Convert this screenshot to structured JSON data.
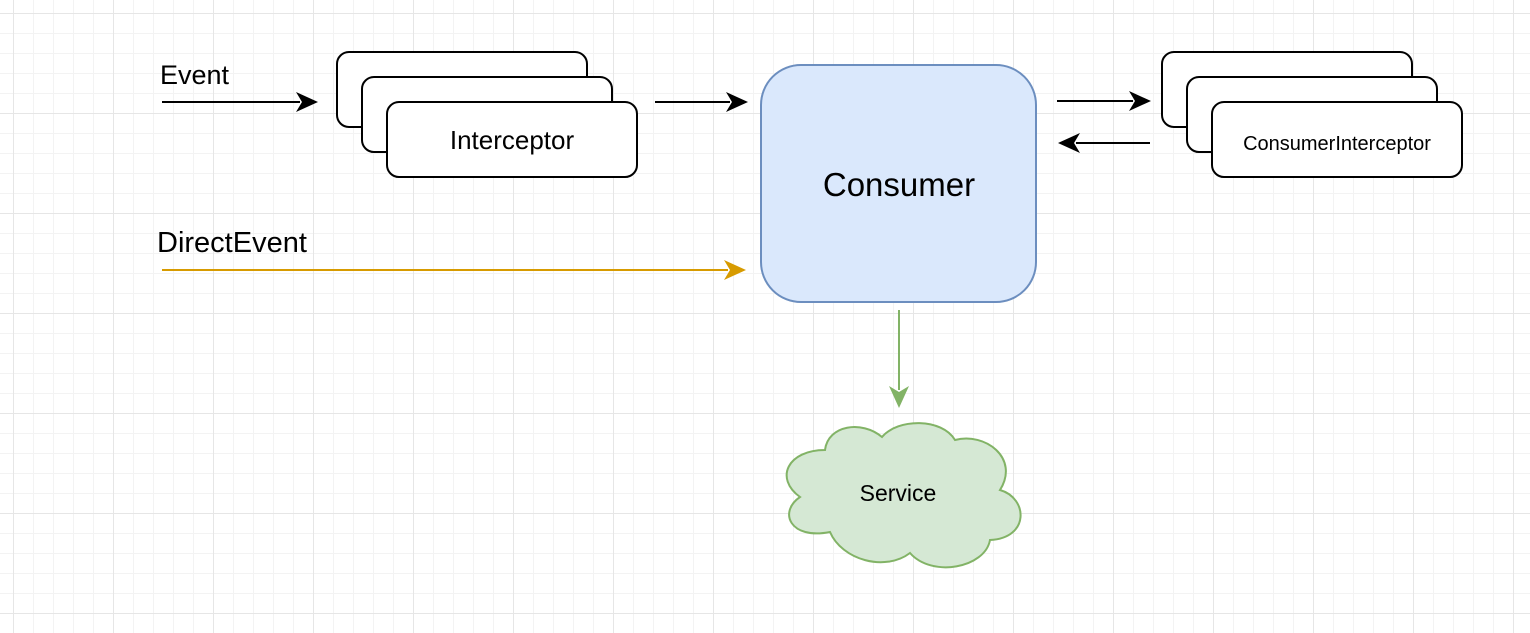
{
  "labels": {
    "event": "Event",
    "direct_event": "DirectEvent",
    "interceptor": "Interceptor",
    "consumer": "Consumer",
    "consumer_interceptor": "ConsumerInterceptor",
    "service": "Service"
  },
  "colors": {
    "consumer_fill": "#dae8fc",
    "consumer_stroke": "#6c8ebf",
    "service_fill": "#d5e8d4",
    "service_stroke": "#82b366",
    "direct_event_arrow": "#d79b00",
    "service_arrow": "#82b366",
    "default_stroke": "#000000"
  }
}
